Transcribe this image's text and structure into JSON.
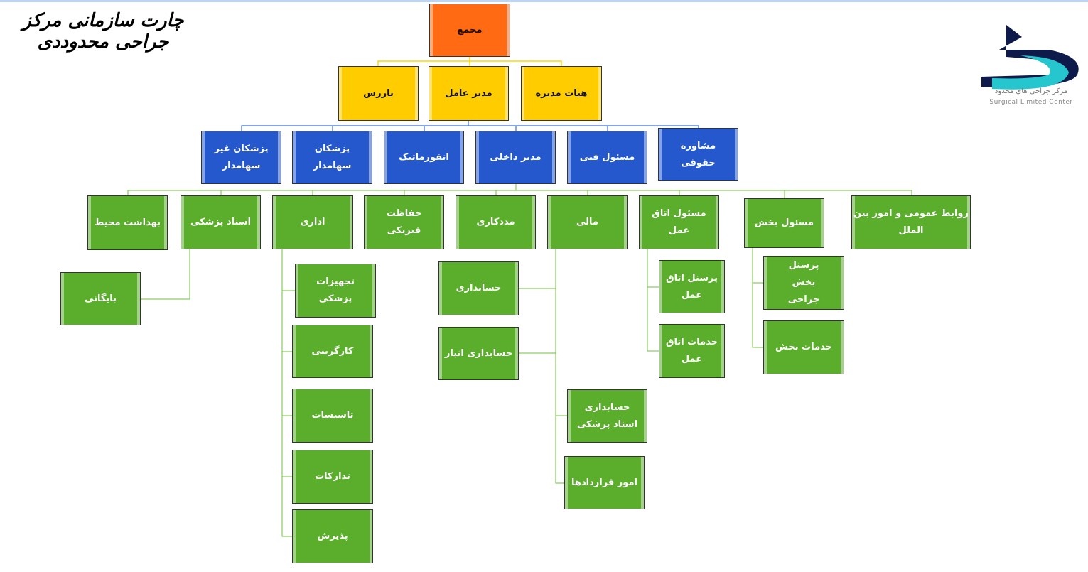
{
  "title": "چارت سازمانی مرکز جراحی محدوددی",
  "logo": {
    "fa": "مرکز جراحی های محدود",
    "en": "Surgical Limited Center"
  },
  "colors": {
    "orange": "#FF6A13",
    "yellow": "#FFCC00",
    "blue": "#2458CC",
    "green": "#5BAE2B"
  },
  "nodes": {
    "majma": "مجمع",
    "bazras": "بازرس",
    "modir_amel": "مدیر عامل",
    "hayat_modire": "هیات مدیره",
    "pezeshkan_gheir": "پزشکان غیر سهامدار",
    "pezeshkan_sahamdar": "پزشکان سهامدار",
    "informatic": "انفورماتیک",
    "modir_dakheli": "مدیر داخلی",
    "masool_fani": "مسئول فنی",
    "moshavere": "مشاوره حقوقی",
    "behdasht": "بهداشت محیط",
    "asnad": "اسناد پزشکی",
    "edari": "اداری",
    "hefazat": "حفاظت فیزیکی",
    "madadkari": "مددکاری",
    "mali": "مالی",
    "masool_otagh": "مسئول اتاق عمل",
    "masool_bakhsh": "مسئول بخش",
    "ravabet": "روابط عمومی و امور بین الملل",
    "bayegani": "بایگانی",
    "tajhizat": "تجهیزات پزشکی",
    "kargozini": "کارگزینی",
    "tasisat": "تاسیسات",
    "tadarokat": "تدارکات",
    "paziresh": "پذیرش",
    "hesabdari": "حسابداری",
    "hesabdari_anbar": "حسابداری انبار",
    "hesabdari_asnad": "حسابداری اسناد پزشکی",
    "omoor_gharardad": "امور قراردادها",
    "personel_otagh": "پرسنل اتاق عمل",
    "khadamat_otagh": "خدمات اتاق عمل",
    "personel_bakhsh": "پرسنل بخش جراحی",
    "khadamat_bakhsh": "خدمات بخش"
  }
}
